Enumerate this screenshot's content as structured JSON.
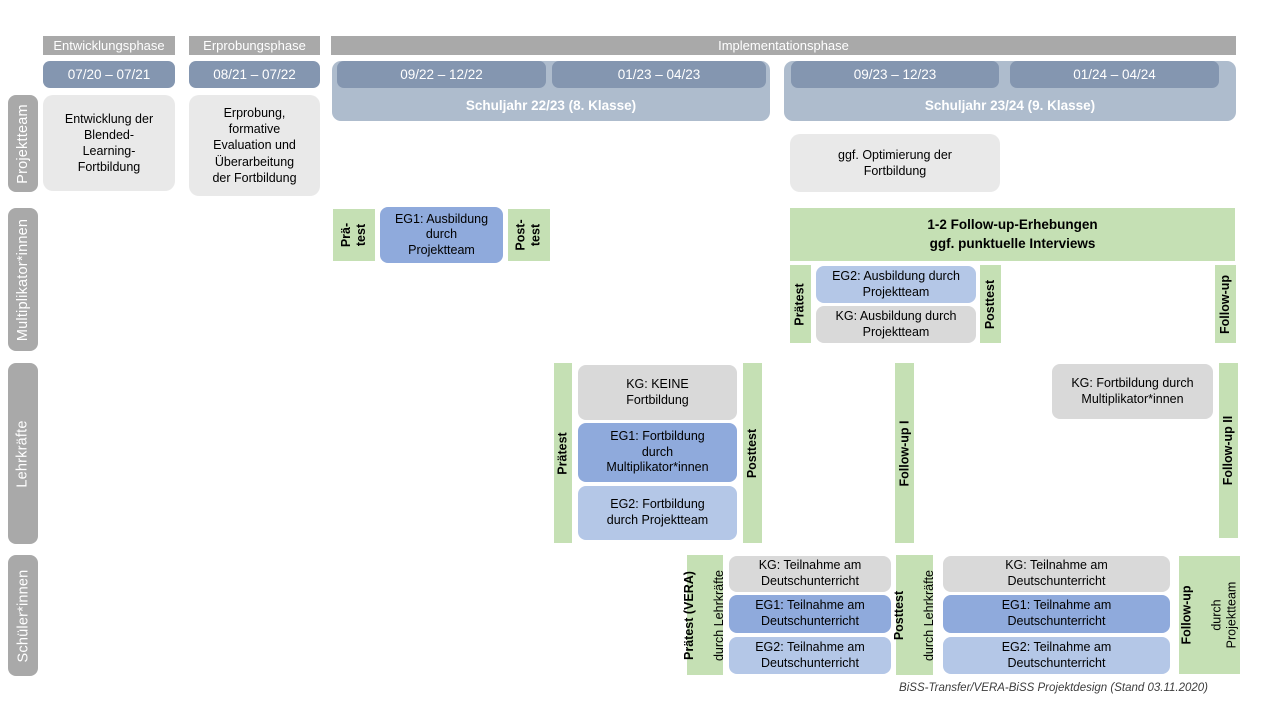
{
  "phases": {
    "p1": "Entwicklungsphase",
    "p2": "Erprobungsphase",
    "p3": "Implementationsphase"
  },
  "timeline": {
    "d1": "07/20 – 07/21",
    "d2": "08/21 – 07/22",
    "d3": "09/22 – 12/22",
    "d4": "01/23 – 04/23",
    "d5": "09/23 – 12/23",
    "d6": "01/24 – 04/24"
  },
  "years": {
    "y1": "Schuljahr 22/23 (8. Klasse)",
    "y2": "Schuljahr 23/24 (9. Klasse)"
  },
  "rows": {
    "r1": "Projektteam",
    "r2": "Multiplikator*innen",
    "r3": "Lehrkräfte",
    "r4": "Schüler*innen"
  },
  "projektteam": {
    "entwicklung": "Entwicklung der\nBlended-\nLearning-\nFortbildung",
    "erprobung": "Erprobung,\nformative\nEvaluation und\nÜberarbeitung\nder Fortbildung",
    "optimierung": "ggf. Optimierung der\nFortbildung"
  },
  "multiplikatoren": {
    "praetest_left": "Prä-\ntest",
    "eg1": "EG1: Ausbildung\ndurch\nProjektteam",
    "posttest_left": "Post-\ntest",
    "followup_bar": "1-2 Follow-up-Erhebungen\nggf. punktuelle Interviews",
    "praetest": "Prätest",
    "eg2": "EG2: Ausbildung durch\nProjektteam",
    "kg": "KG: Ausbildung durch\nProjektteam",
    "posttest": "Posttest",
    "followup": "Follow-up"
  },
  "lehrkraefte": {
    "praetest": "Prätest",
    "kg": "KG: KEINE\nFortbildung",
    "eg1": "EG1: Fortbildung\ndurch\nMultiplikator*innen",
    "eg2": "EG2: Fortbildung\ndurch Projektteam",
    "posttest": "Posttest",
    "followup1": "Follow-up I",
    "kg2": "KG: Fortbildung durch\nMultiplikator*innen",
    "followup2": "Follow-up II"
  },
  "schueler": {
    "praetest_line1": "Prätest (VERA)",
    "praetest_line2": "durch Lehrkräfte",
    "kg1": "KG: Teilnahme am\nDeutschunterricht",
    "eg1a": "EG1: Teilnahme am\nDeutschunterricht",
    "eg2a": "EG2: Teilnahme am\nDeutschunterricht",
    "posttest_line1": "Posttest",
    "posttest_line2": "durch Lehrkräfte",
    "kg2": "KG: Teilnahme am\nDeutschunterricht",
    "eg1b": "EG1: Teilnahme am\nDeutschunterricht",
    "eg2b": "EG2: Teilnahme am\nDeutschunterricht",
    "followup_line1": "Follow-up",
    "followup_line2": "durch\nProjektteam"
  },
  "caption": "BiSS-Transfer/VERA-BiSS Projektdesign (Stand 03.11.2020)",
  "colors": {
    "phase_gray": "#a9a9a9",
    "date_blue": "#8496b0",
    "year_blue": "#aebccd",
    "box_light_gray": "#e9e9e9",
    "kg_gray": "#d9d9d9",
    "eg1_blue": "#8faadc",
    "eg2_blue": "#b4c7e7",
    "green": "#c5e0b4"
  }
}
